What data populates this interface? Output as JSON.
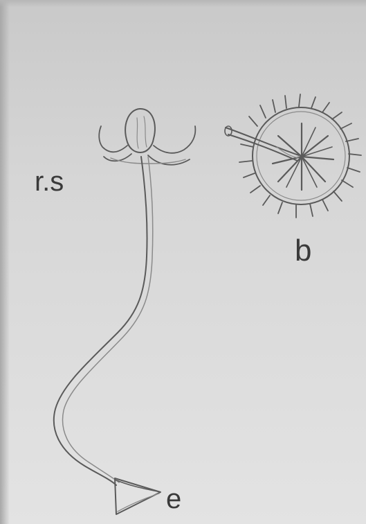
{
  "labels": {
    "rs": "r.s",
    "b": "b",
    "e": "e"
  },
  "colors": {
    "paper": "#d6d6d6",
    "pencil": "#5a5a5a",
    "text": "#3a3a3a"
  }
}
